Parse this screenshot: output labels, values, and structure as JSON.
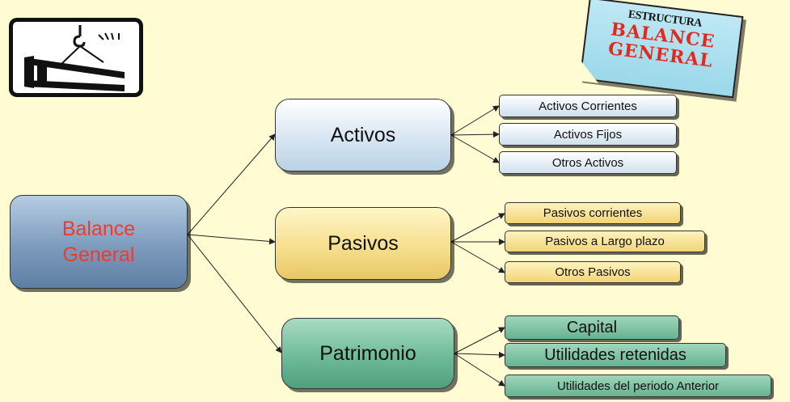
{
  "header": {
    "stamp": {
      "line1": "ESTRUCTURA",
      "line2": "BALANCE",
      "line3": "GENERAL"
    },
    "logo_icon": "crane-hook-steel-beam-icon"
  },
  "diagram": {
    "root": {
      "line1": "Balance",
      "line2": "General"
    },
    "categories": [
      {
        "label": "Activos",
        "items": [
          "Activos Corrientes",
          "Activos Fijos",
          "Otros Activos"
        ]
      },
      {
        "label": "Pasivos",
        "items": [
          "Pasivos corrientes",
          "Pasivos a Largo plazo",
          "Otros Pasivos"
        ]
      },
      {
        "label": "Patrimonio",
        "items": [
          "Capital",
          "Utilidades retenidas",
          "Utilidades del periodo Anterior"
        ]
      }
    ]
  },
  "colors": {
    "background": "#fffbd2",
    "root_text": "#ef3b2c",
    "stamp_red": "#e5281d",
    "activos_fill": "#dbe8f3",
    "pasivos_fill": "#f6df8e",
    "patrimonio_fill": "#6fbb98"
  }
}
